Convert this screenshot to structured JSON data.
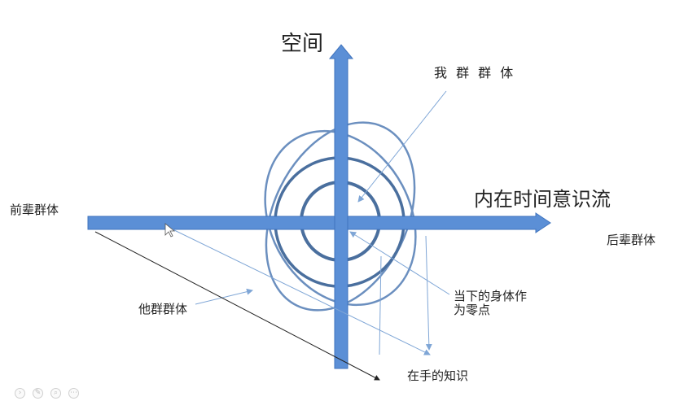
{
  "axes": {
    "vertical_label": "空间",
    "horizontal_label": "内在时间意识流"
  },
  "labels": {
    "self_group": "我 群 群 体",
    "previous_generation": "前辈群体",
    "next_generation": "后辈群体",
    "other_group": "他群群体",
    "present_body_line1": "当下的身体作",
    "present_body_line2": "为零点",
    "knowledge_at_hand": "在手的知识"
  },
  "colors": {
    "arrow_fill": "#5b8fd6",
    "arrow_edge": "#3f73bd",
    "ring_dark": "#4a6f9e",
    "ellipse": "#6b8fbf",
    "pointer_line": "#7fa6d6"
  },
  "toolbar": {
    "icons": [
      "pointer-icon",
      "pen-icon",
      "zoom-icon",
      "menu-icon"
    ]
  }
}
